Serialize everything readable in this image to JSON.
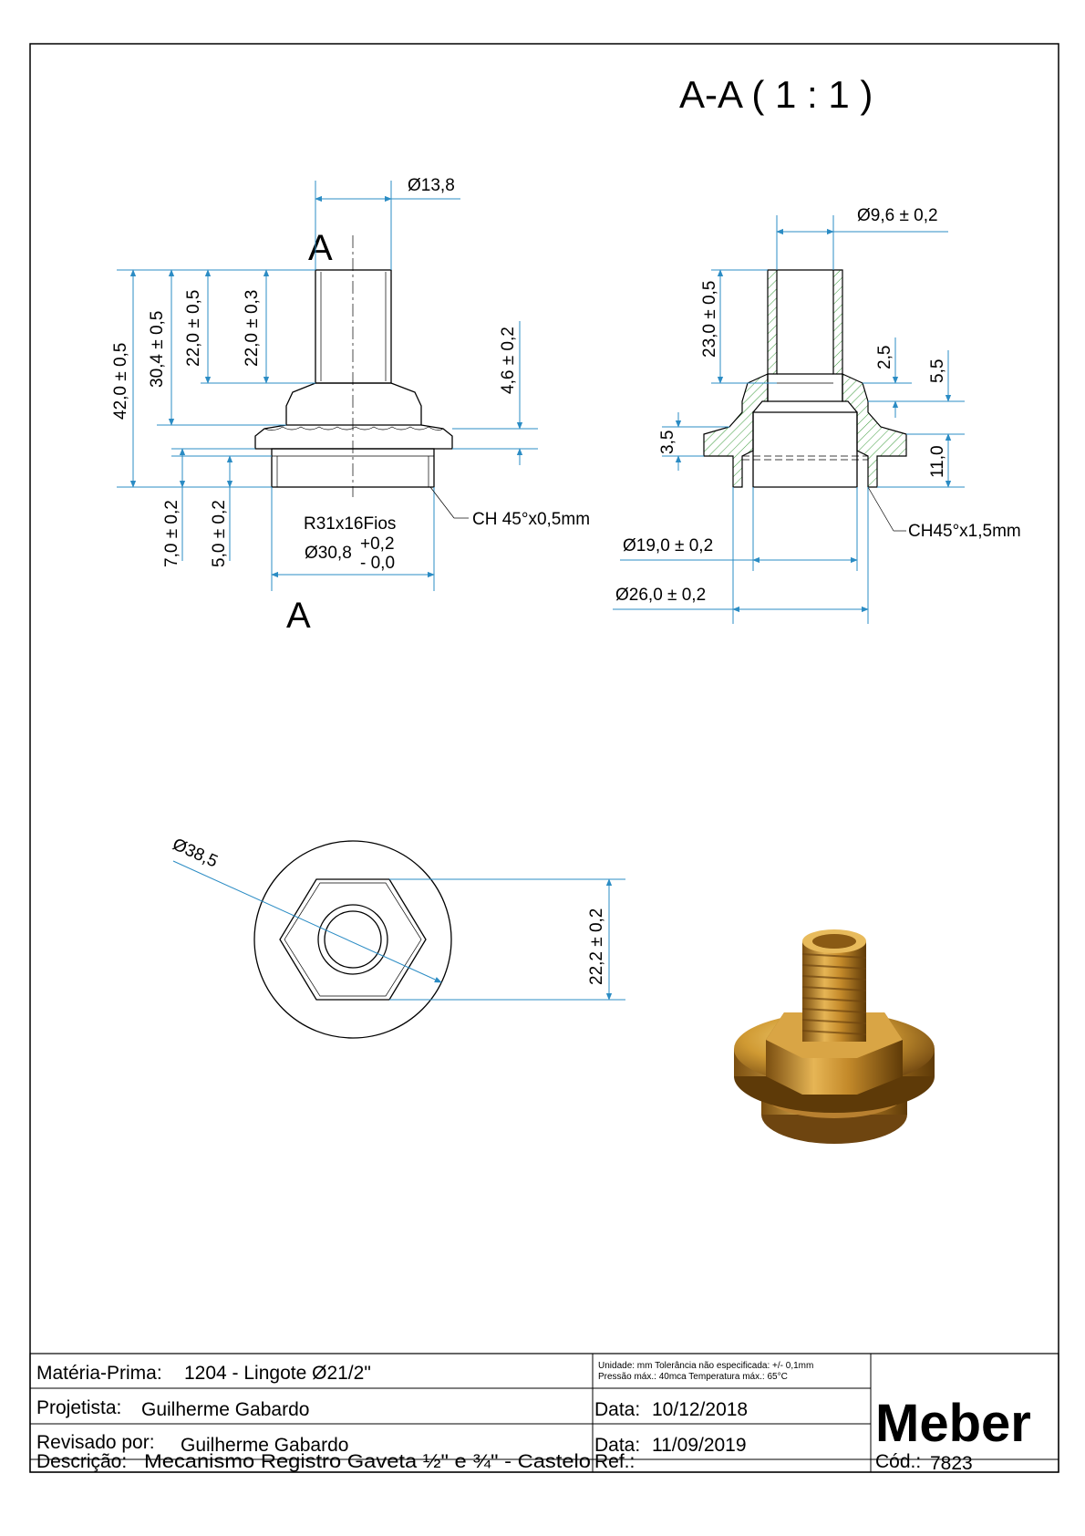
{
  "sheet": {
    "section_title": "A-A ( 1 : 1 )"
  },
  "view_front": {
    "section_marker_top": "A",
    "section_marker_bottom": "A",
    "dims": {
      "d_top": "Ø13,8",
      "h_total": "42,0 ± 0,5",
      "h_304": "30,4 ± 0,5",
      "h_220a": "22,0 ± 0,5",
      "h_220b": "22,0 ± 0,3",
      "h_46": "4,6 ± 0,2",
      "h_70": "7,0 ± 0,2",
      "h_50": "5,0 ± 0,2",
      "thread": "R31x16Fios",
      "d_308": "Ø30,8",
      "tol_plus": "+0,2",
      "tol_minus": "- 0,0",
      "chamfer": "CH 45°x0,5mm"
    }
  },
  "view_section": {
    "dims": {
      "d_96": "Ø9,6 ± 0,2",
      "h_230": "23,0 ± 0,5",
      "h_25": "2,5",
      "h_55": "5,5",
      "h_35": "3,5",
      "h_110": "11,0",
      "chamfer": "CH45°x1,5mm",
      "d_190": "Ø19,0 ± 0,2",
      "d_260": "Ø26,0 ± 0,2"
    }
  },
  "view_top": {
    "dims": {
      "d_385": "Ø38,5",
      "hex": "22,2 ± 0,2"
    }
  },
  "title_block": {
    "materia_label": "Matéria-Prima:",
    "materia_value": "1204 - Lingote Ø21/2\"",
    "notes_line1": "Unidade: mm Tolerância não especificada: +/- 0,1mm",
    "notes_line2": "Pressão máx.: 40mca        Temperatura máx.: 65°C",
    "projetista_label": "Projetista:",
    "projetista_value": "Guilherme Gabardo",
    "data1_label": "Data:",
    "data1_value": "10/12/2018",
    "revisado_label": "Revisado por:",
    "revisado_value": "Guilherme Gabardo",
    "data2_label": "Data:",
    "data2_value": "11/09/2019",
    "descricao_label": "Descrição:",
    "descricao_value": "Mecanismo Registro Gaveta ½\" e ¾\" - Castelo",
    "ref_label": "Ref.:",
    "ref_value": "",
    "logo": "Meber",
    "cod_label": "Cód.:",
    "cod_value": "7823"
  },
  "colors": {
    "dimension_line": "#2b8cc4",
    "hatch": "#3a9a3a",
    "brass_light": "#e2b04a",
    "brass_dark": "#7a4e10"
  }
}
